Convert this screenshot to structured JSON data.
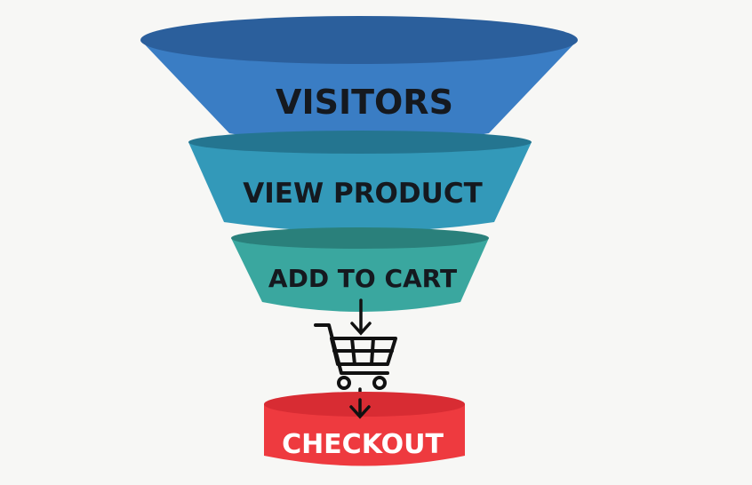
{
  "stages": [
    {
      "label": "VISITORS",
      "color": "#3a7dc4",
      "top_color": "#2b5f9c"
    },
    {
      "label": "VIEW PRODUCT",
      "color": "#3399b9",
      "top_color": "#247590"
    },
    {
      "label": "ADD TO CART",
      "color": "#3aa79f",
      "top_color": "#2a807b"
    }
  ],
  "checkout": {
    "label": "CHECKOUT",
    "color": "#ee3a3f",
    "top_color": "#d82c33"
  },
  "icons": {
    "cart": "shopping-cart-icon",
    "arrow": "arrow-down-icon"
  }
}
